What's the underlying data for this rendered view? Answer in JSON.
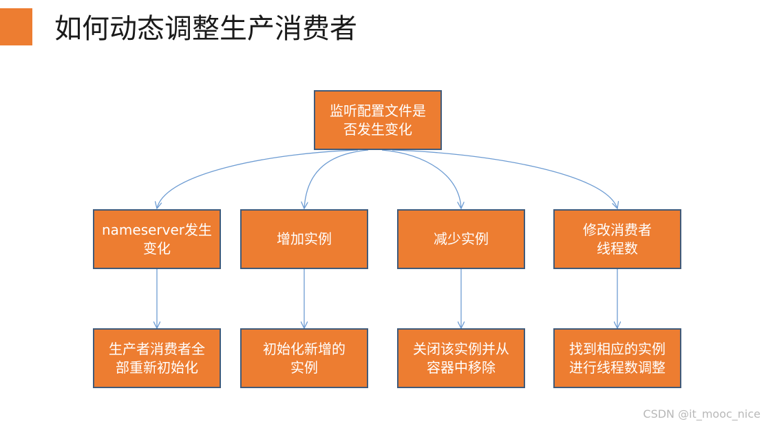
{
  "title": "如何动态调整生产消费者",
  "root": {
    "label": "监听配置文件是\n否发生变化"
  },
  "branches": [
    {
      "label": "nameserver发生\n变化",
      "result": "生产者消费者全\n部重新初始化"
    },
    {
      "label": "增加实例",
      "result": "初始化新增的\n实例"
    },
    {
      "label": "减少实例",
      "result": "关闭该实例并从\n容器中移除"
    },
    {
      "label": "修改消费者\n线程数",
      "result": "找到相应的实例\n进行线程数调整"
    }
  ],
  "watermark": "CSDN @it_mooc_nice",
  "colors": {
    "node_fill": "#ED7D31",
    "node_border": "#3f5a7a",
    "connector": "#6c9bd2",
    "accent": "#ED7D31"
  }
}
